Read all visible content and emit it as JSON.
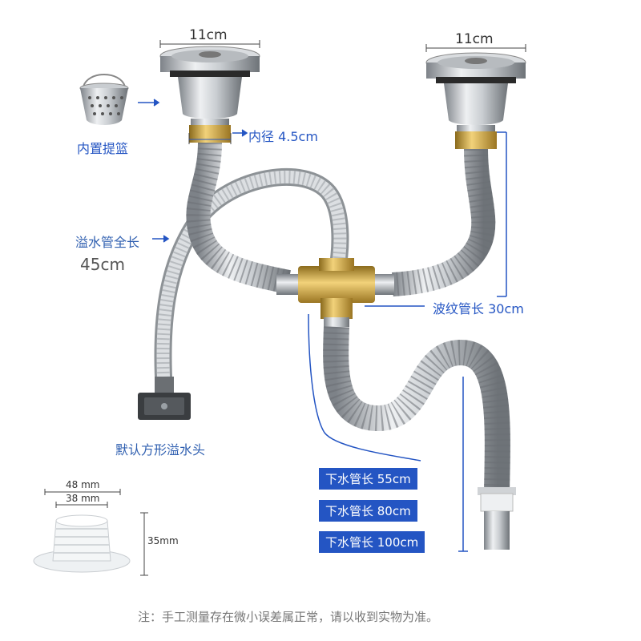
{
  "left_strainer": {
    "width_label": "11cm",
    "inner_diameter_label": "内径 4.5cm"
  },
  "right_strainer": {
    "width_label": "11cm"
  },
  "basket": {
    "label": "内置提篮"
  },
  "overflow": {
    "line1": "溢水管全长",
    "line2": "45cm",
    "head_label": "默认方形溢水头"
  },
  "corrugated": {
    "label": "波纹管长 30cm"
  },
  "drain_options": [
    "下水管长 55cm",
    "下水管长 80cm",
    "下水管长 100cm"
  ],
  "seal": {
    "outer": "48 mm",
    "inner": "38 mm",
    "height": "35mm"
  },
  "note": "注：手工测量存在微小误差属正常，请以收到实物为准。",
  "colors": {
    "accent": "#2455c3",
    "label_text": "#2f5fb0",
    "brass": "#c9a53c",
    "steel": "#b9bdc2"
  }
}
